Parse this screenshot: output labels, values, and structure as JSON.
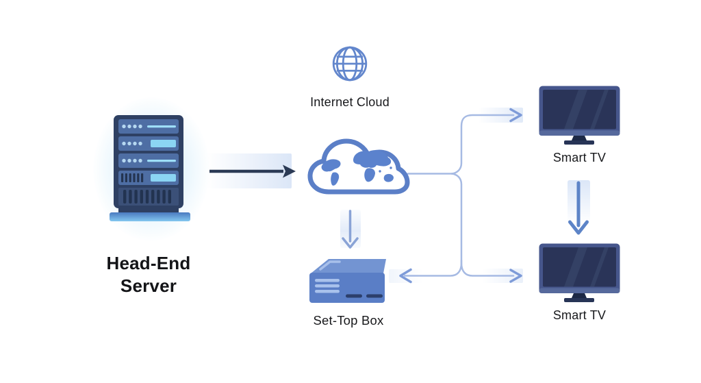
{
  "diagram": {
    "nodes": {
      "head_end_server": {
        "label": "Head-End Server",
        "icon": "server-rack-icon"
      },
      "internet_cloud": {
        "label": "Internet Cloud",
        "icon_top": "globe-grid-icon",
        "icon_main": "cloud-world-map-icon"
      },
      "set_top_box": {
        "label": "Set-Top Box",
        "icon": "set-top-box-icon"
      },
      "smart_tv_top": {
        "label": "Smart TV",
        "icon": "smart-tv-icon"
      },
      "smart_tv_bottom": {
        "label": "Smart TV",
        "icon": "smart-tv-icon"
      }
    },
    "edges": [
      {
        "from": "Head-End Server",
        "to": "Internet Cloud",
        "direction": "right",
        "style": "dark-solid-arrow"
      },
      {
        "from": "Internet Cloud",
        "to": "Set-Top Box",
        "direction": "down",
        "style": "light-blue-arrow"
      },
      {
        "from": "Internet Cloud",
        "to": "Smart TV (top)",
        "direction": "up-then-right",
        "style": "light-line-chevron-arrow"
      },
      {
        "from": "Internet Cloud",
        "to": "Smart TV (bottom)",
        "direction": "down-then-right",
        "style": "light-line-chevron-arrow"
      },
      {
        "from": "Internet Cloud",
        "to": "Set-Top Box",
        "direction": "down-then-left",
        "style": "light-line-chevron-arrow"
      },
      {
        "from": "Smart TV (top)",
        "to": "Smart TV (bottom)",
        "direction": "down",
        "style": "blue-solid-arrow"
      }
    ],
    "colors": {
      "background": "#ffffff",
      "label_text": "#17181b",
      "dark_arrow": "#2b3a55",
      "branch_line": "#a6bae3",
      "branch_arrowhead": "#7e9bd8",
      "tv_arrow": "#5d84c7",
      "soft_band": "#dbe6f7",
      "cloud_outline": "#5b7fc7",
      "continent_fill": "#5b82cd",
      "globe_icon": "#6286cc",
      "server_frame": "#2e4063",
      "server_unit": "#4e6ea4",
      "server_accent_cyan": "#8bd5f3",
      "server_dot": "#b5d8f1",
      "stb_top_face": "#7394d2",
      "stb_front_face": "#5a7ec6",
      "tv_frame": "#46568c",
      "tv_screen": "#2a3458"
    }
  }
}
